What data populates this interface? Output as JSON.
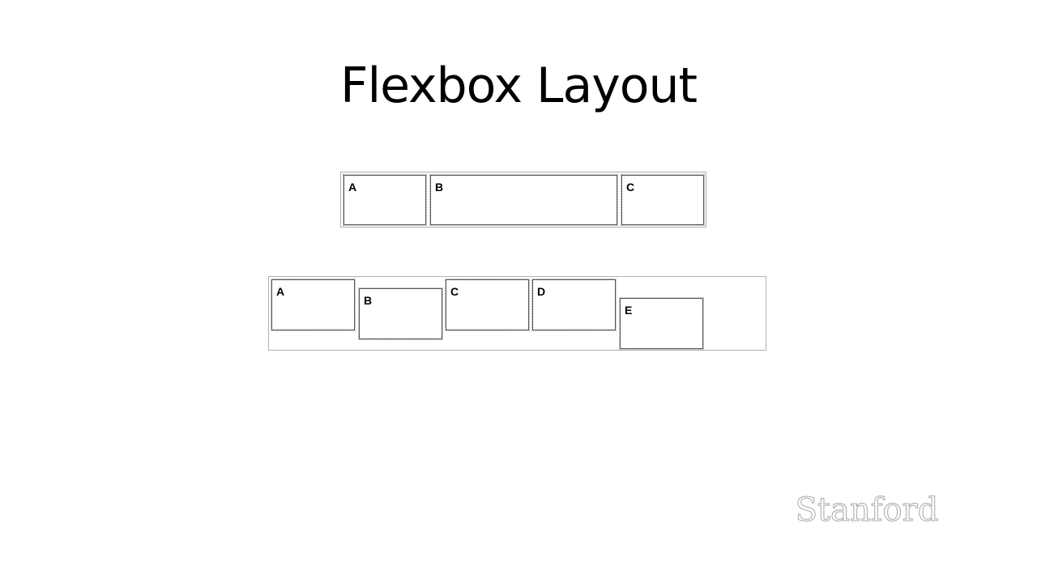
{
  "slide": {
    "title": "Flexbox Layout",
    "logo_text": "Stanford"
  },
  "row1": {
    "items": [
      {
        "label": "A"
      },
      {
        "label": "B"
      },
      {
        "label": "C"
      }
    ]
  },
  "row2": {
    "items": [
      {
        "label": "A"
      },
      {
        "label": "B"
      },
      {
        "label": "C"
      },
      {
        "label": "D"
      },
      {
        "label": "E"
      }
    ]
  },
  "colors": {
    "container_border": "#b0b0b0",
    "item_border": "#555555",
    "logo": "#a8a8a8"
  }
}
